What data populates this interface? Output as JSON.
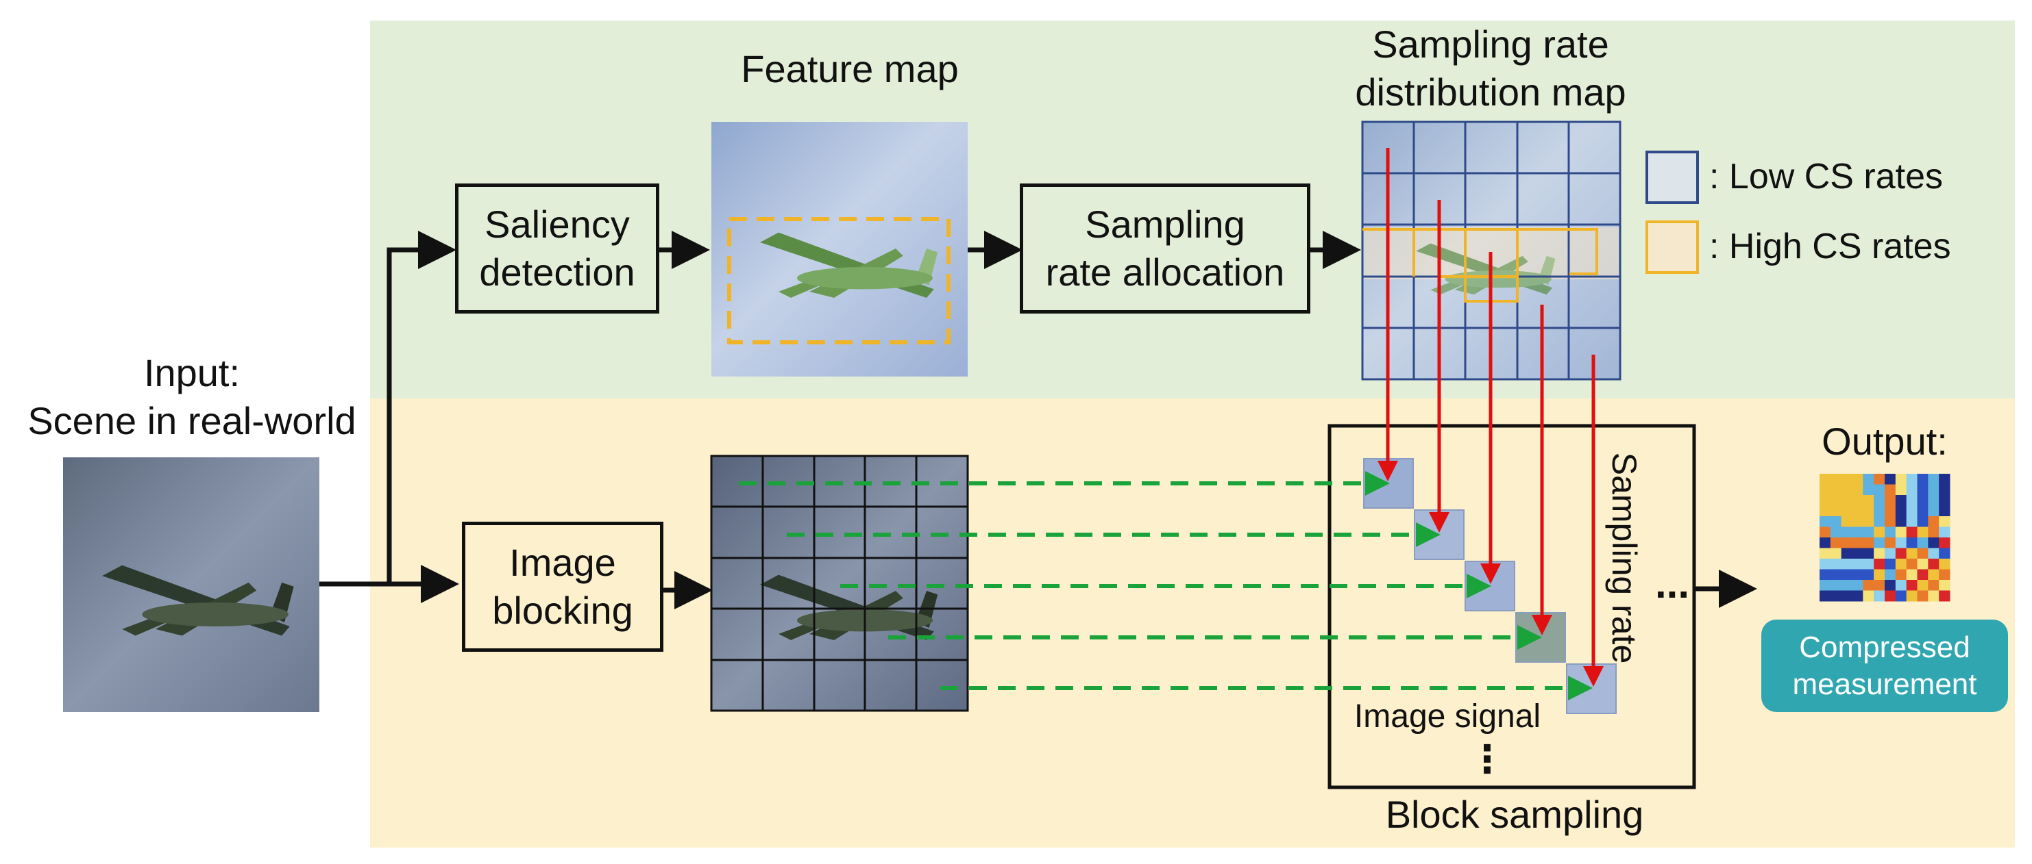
{
  "labels": {
    "input_line1": "Input:",
    "input_line2": "Scene in real-world",
    "feature_map": "Feature map",
    "sampling_rate_map_line1": "Sampling rate",
    "sampling_rate_map_line2": "distribution map",
    "output": "Output:",
    "block_sampling": "Block sampling",
    "image_signal": "Image signal",
    "sampling_rate": "Sampling rate",
    "ellipsis": "...",
    "vellipsis": "⋮"
  },
  "boxes": {
    "saliency_line1": "Saliency",
    "saliency_line2": "detection",
    "allocation_line1": "Sampling",
    "allocation_line2": "rate allocation",
    "blocking_line1": "Image",
    "blocking_line2": "blocking"
  },
  "legend": {
    "low": ": Low CS rates",
    "high": ": High CS rates",
    "low_color": "#2f4a8a",
    "high_color": "#f0b429"
  },
  "badge": {
    "line1": "Compressed",
    "line2": "measurement"
  },
  "colors": {
    "top_panel": "#e3eed8",
    "bottom_panel": "#fdf0cc",
    "arrow_red": "#e01010",
    "arrow_green": "#1aa33a",
    "badge": "#2fa6b0"
  }
}
